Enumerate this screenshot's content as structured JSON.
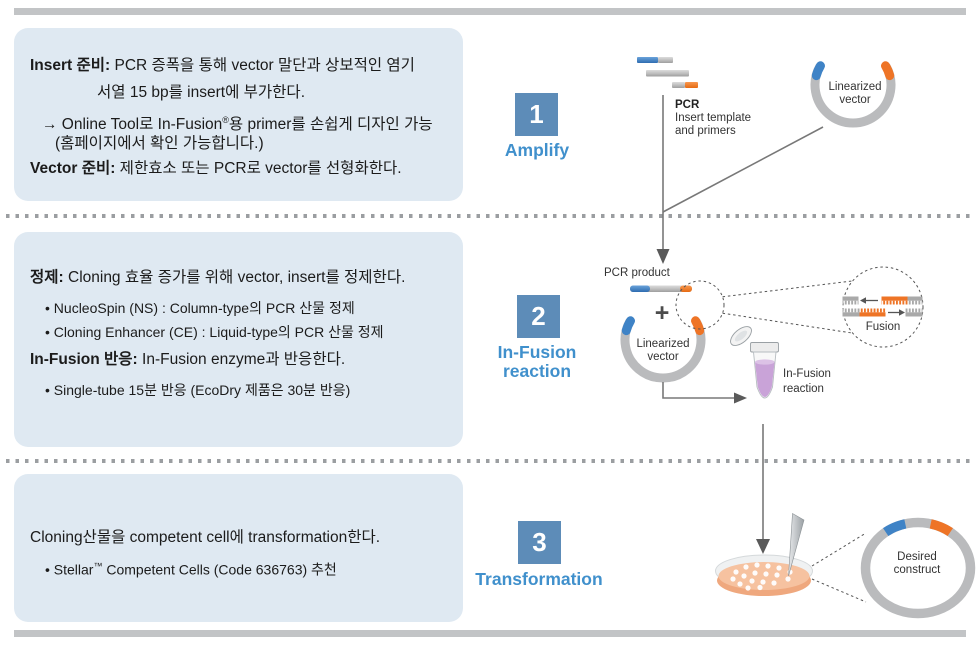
{
  "palette": {
    "box_bg": "#dfe9f2",
    "step_square_blue": "#5d8cb8",
    "step_label_blue": "#4090cc",
    "dna_blue": "#3f83c6",
    "dna_orange": "#ee7426",
    "ring_gray": "#b9babc",
    "divider_dot_gray": "#9b9ea1",
    "edge_bar_gray": "#c2c4c6",
    "tube_liquid_purple": "#c9a3d8",
    "dish_peach": "#f6c2a0"
  },
  "steps": [
    {
      "number": "1",
      "label": "Amplify"
    },
    {
      "number": "2",
      "label_line1": "In-Fusion",
      "label_line2": "reaction"
    },
    {
      "number": "3",
      "label": "Transformation"
    }
  ],
  "boxes": [
    {
      "id": "insert-vector-prep",
      "l1_bold": "Insert 준비:",
      "l1_rest": " PCR 증폭을 통해 vector 말단과 상보적인 염기",
      "l2": "서열 15 bp를 insert에 부가한다.",
      "l3_pre": "→ Online Tool로 In-Fusion",
      "l3_sup": "®",
      "l3_post": "용 primer를 손쉽게 디자인 가능",
      "l4": "(홈페이지에서 확인 가능합니다.)",
      "l5_bold": "Vector 준비:",
      "l5_rest": " 제한효소 또는 PCR로 vector를 선형화한다."
    },
    {
      "id": "purify-infusion",
      "l1_bold": "정제:",
      "l1_rest": " Cloning 효율 증가를 위해 vector, insert를 정제한다.",
      "l2": "• NucleoSpin (NS) : Column-type의 PCR 산물 정제",
      "l3": "• Cloning Enhancer (CE) : Liquid-type의 PCR 산물 정제",
      "l4_bold": "In-Fusion 반응:",
      "l4_rest": " In-Fusion enzyme과 반응한다.",
      "l5": "• Single-tube 15분 반응 (EcoDry 제품은 30분 반응)"
    },
    {
      "id": "transformation",
      "l1": "Cloning산물을 competent cell에 transformation한다.",
      "l2_pre": "• Stellar",
      "l2_sup": "™",
      "l2_post": " Competent Cells (Code 636763) 추천"
    }
  ],
  "diagram": {
    "step1": {
      "pcr_title": "PCR",
      "pcr_line2": "Insert template",
      "pcr_line3": "and primers",
      "vector_line1": "Linearized",
      "vector_line2": "vector"
    },
    "step2": {
      "product_label": "PCR product",
      "plus_sign": "+",
      "vector_line1": "Linearized",
      "vector_line2": "vector",
      "fusion_label": "Fusion",
      "tube_line1": "In-Fusion",
      "tube_line2": "reaction"
    },
    "step3": {
      "construct_line1": "Desired",
      "construct_line2": "construct"
    }
  }
}
